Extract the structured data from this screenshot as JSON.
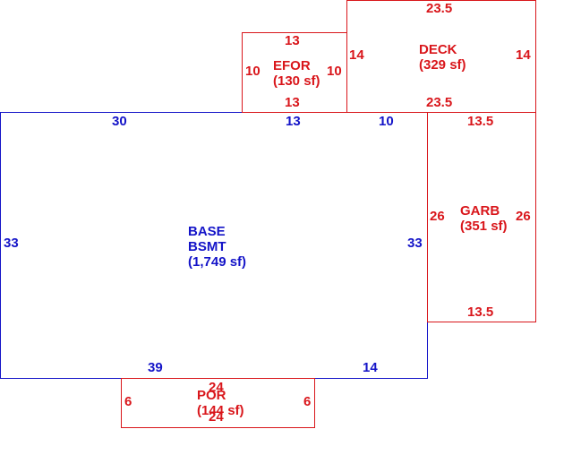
{
  "colors": {
    "main_area": "#1414c8",
    "other_area": "#d9161b",
    "background": "#ffffff"
  },
  "areas": {
    "base": {
      "code": "BASE",
      "desc": "BSMT",
      "area": "(1,749 sf)",
      "dims": {
        "top_left": "30",
        "top_mid": "13",
        "top_right": "10",
        "left": "33",
        "right": "33",
        "bottom_left": "39",
        "bottom_right": "14"
      }
    },
    "efor": {
      "code": "EFOR",
      "area": "(130 sf)",
      "dims": {
        "top": "13",
        "bottom": "13",
        "left": "10",
        "right": "10"
      }
    },
    "deck": {
      "code": "DECK",
      "area": "(329 sf)",
      "dims": {
        "top": "23.5",
        "bottom": "23.5",
        "left": "14",
        "right": "14"
      }
    },
    "garb": {
      "code": "GARB",
      "area": "(351 sf)",
      "dims": {
        "top": "13.5",
        "bottom": "13.5",
        "left": "26",
        "right": "26"
      }
    },
    "por": {
      "code": "POR",
      "area": "(144 sf)",
      "dims": {
        "top": "24",
        "bottom": "24",
        "left": "6",
        "right": "6"
      }
    }
  }
}
